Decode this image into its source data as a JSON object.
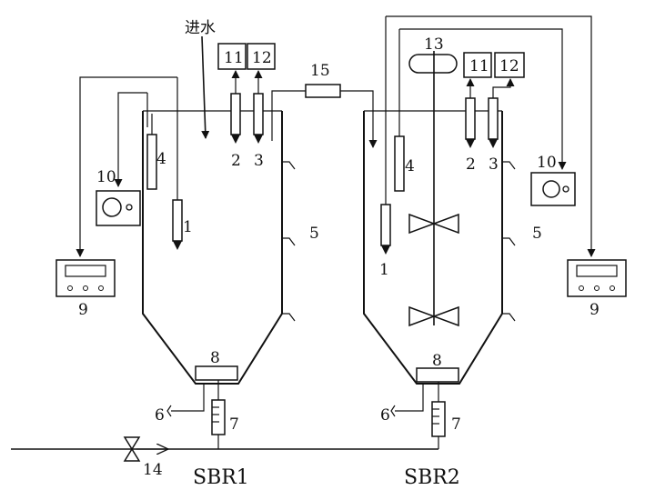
{
  "labels": {
    "inlet": "进水",
    "reactor_1": "SBR1",
    "reactor_2": "SBR2",
    "n1": "1",
    "n2": "2",
    "n3": "3",
    "n4": "4",
    "n5": "5",
    "n6": "6",
    "n7": "7",
    "n8": "8",
    "n9": "9",
    "n10": "10",
    "n11": "11",
    "n12": "12",
    "n13": "13",
    "n14": "14",
    "n15": "15"
  }
}
